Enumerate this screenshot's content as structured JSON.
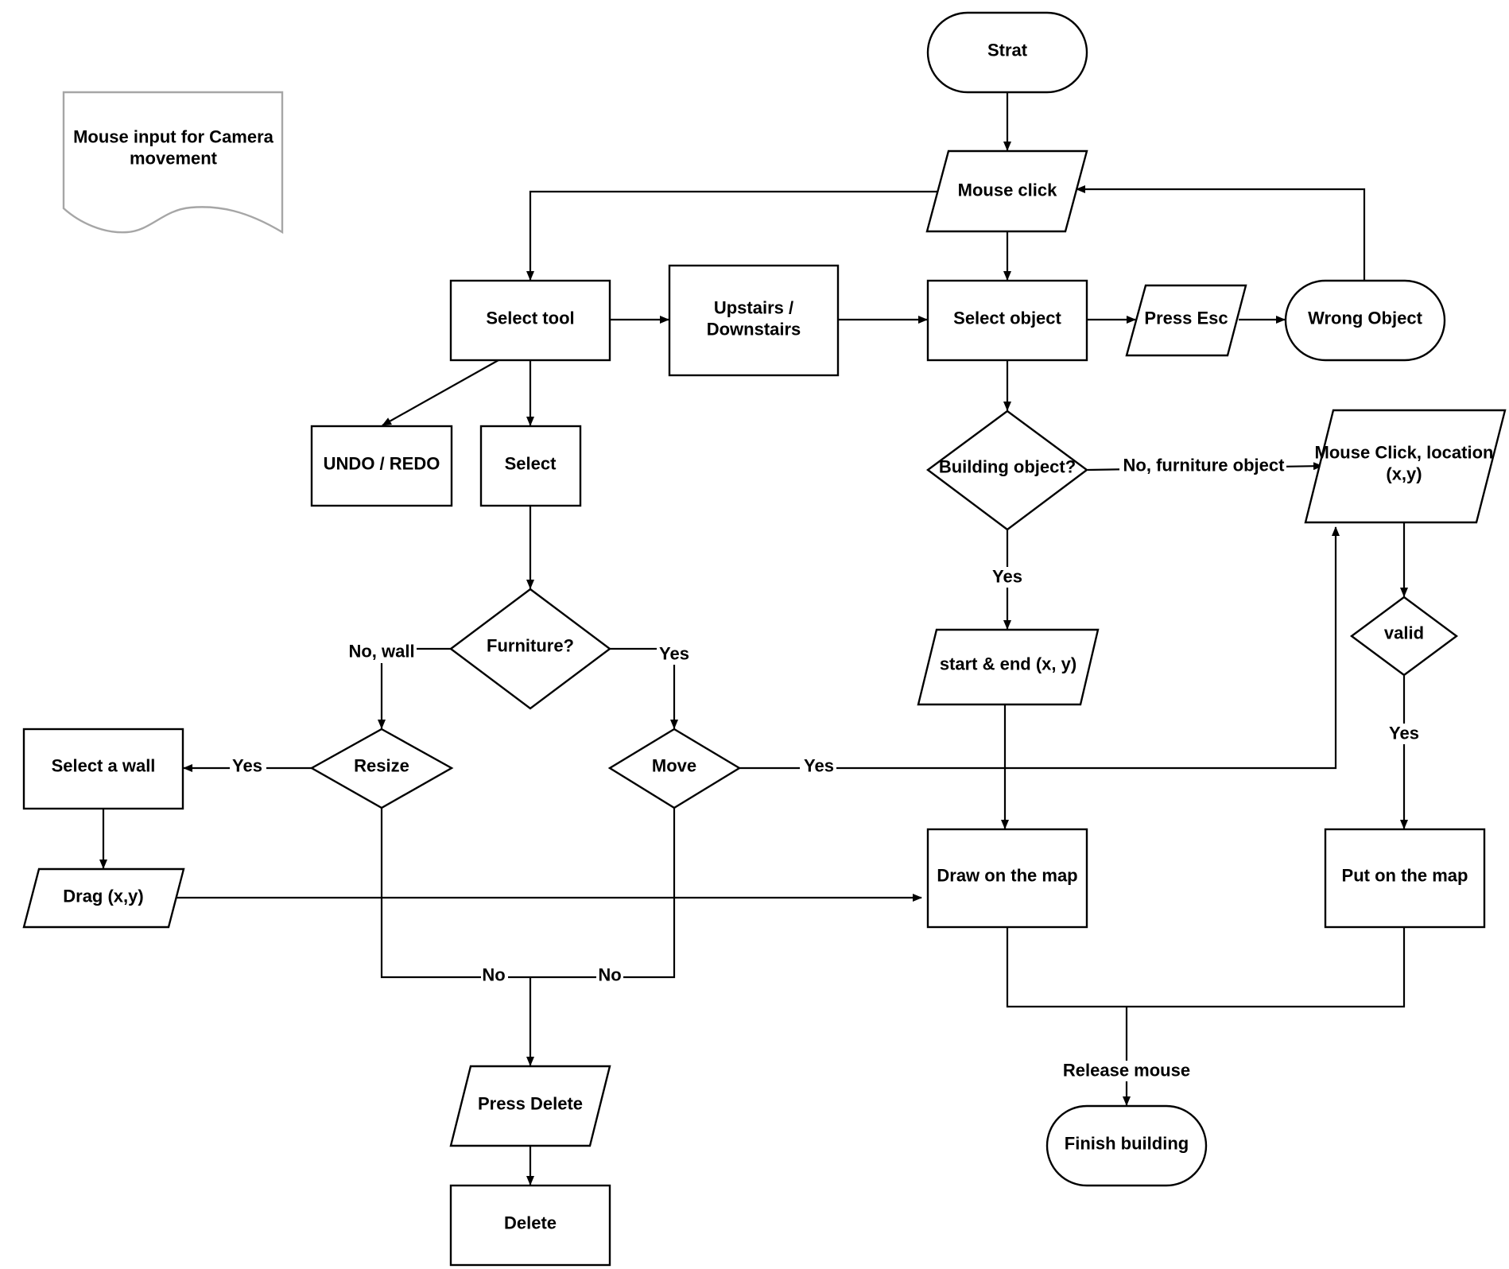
{
  "colors": {
    "stroke": "#000000",
    "io_text": "#1a73b5",
    "key_text": "#1e8f6f",
    "note_text": "#9a9a9a"
  },
  "nodes": {
    "strat": "Strat",
    "mouse_click": "Mouse click",
    "select_tool": "Select tool",
    "upstairs": [
      "Upstairs /",
      "Downstairs"
    ],
    "select_object": "Select object",
    "press_esc": "Press  Esc",
    "wrong_object": "Wrong Object",
    "undo_redo": "UNDO / REDO",
    "select": "Select",
    "building_object": "Building object?",
    "mouse_click_location": [
      "Mouse Click, location",
      "(x,y)"
    ],
    "furniture": "Furniture?",
    "valid": "valid",
    "start_end": "start & end (x, y)",
    "select_wall": "Select a wall",
    "resize": "Resize",
    "move": "Move",
    "drag": "Drag (x,y)",
    "draw_on_map": "Draw on the map",
    "put_on_map": "Put on the map",
    "press_delete": "Press Delete",
    "delete": "Delete",
    "finish_building": "Finish building",
    "camera_note": [
      "Mouse input for Camera",
      "movement"
    ]
  },
  "edge_labels": {
    "no_furniture_object": "No, furniture object",
    "yes_building": "Yes",
    "no_wall": "No, wall",
    "yes_furniture": "Yes",
    "yes_valid": "Yes",
    "yes_resize": "Yes",
    "yes_move": "Yes",
    "no_resize": "No",
    "no_move": "No",
    "release_mouse": "Release mouse"
  }
}
